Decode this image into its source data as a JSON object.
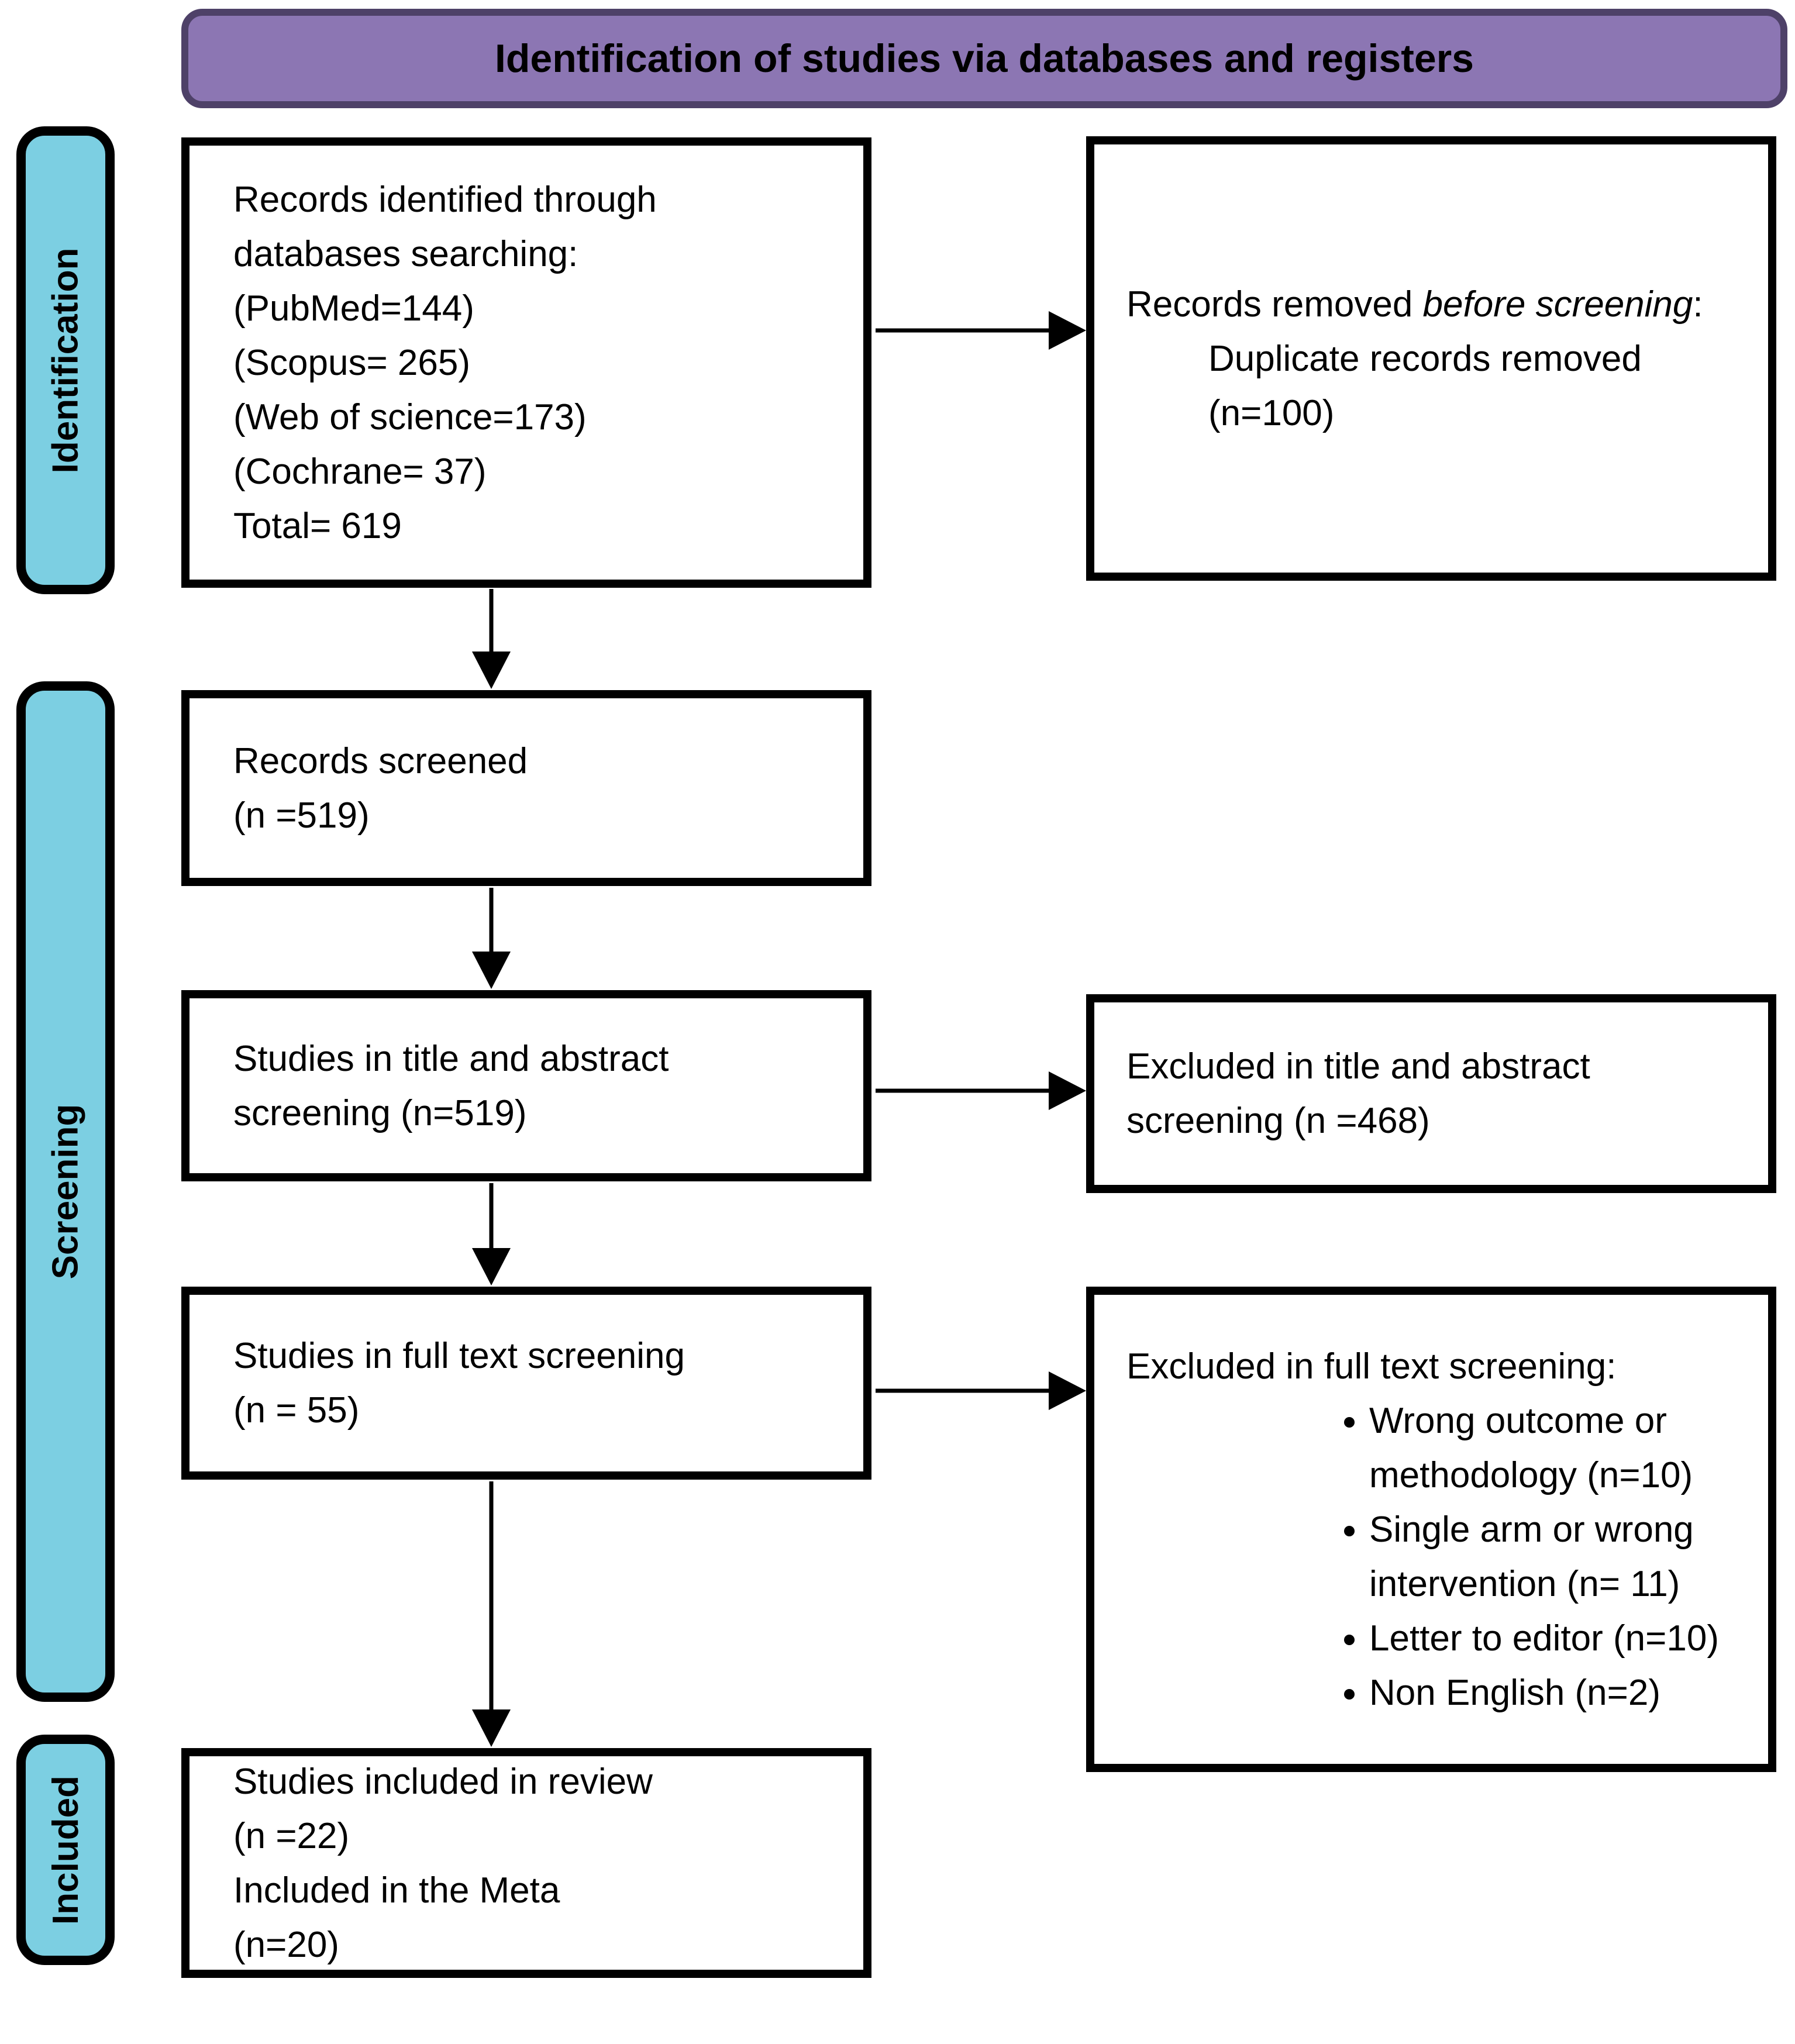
{
  "header": {
    "title": "Identification of studies via databases and registers"
  },
  "sidebar": {
    "identification": "Identification",
    "screening": "Screening",
    "included": "Included"
  },
  "boxes": {
    "identified": {
      "lines": [
        "Records identified through",
        "databases searching:",
        "(PubMed=144)",
        "(Scopus= 265)",
        "(Web of science=173)",
        "(Cochrane= 37)",
        "Total= 619"
      ]
    },
    "removed": {
      "prefix": "Records removed ",
      "italic": "before screening",
      "suffix": ":",
      "detail_lines": [
        "Duplicate records removed",
        "(n=100)"
      ]
    },
    "screened": {
      "lines": [
        "Records screened",
        "(n =519)"
      ]
    },
    "title_abstract": {
      "lines": [
        "Studies in title and abstract",
        "screening (n=519)"
      ]
    },
    "excluded_title_abstract": {
      "lines": [
        "Excluded in title and abstract",
        "screening (n =468)"
      ]
    },
    "full_text": {
      "lines": [
        "Studies in full text screening",
        "(n = 55)"
      ]
    },
    "excluded_full_text": {
      "title": "Excluded in full text screening:",
      "bullets": [
        "Wrong outcome or methodology (n=10)",
        "Single arm or wrong intervention (n= 11)",
        "Letter to editor (n=10)",
        "Non English (n=2)"
      ]
    },
    "included_review": {
      "lines": [
        "Studies included in review",
        "(n =22)",
        "Included in the Meta",
        "(n=20)"
      ]
    }
  },
  "colors": {
    "header_fill": "#8C76B3",
    "header_border": "#4E4168",
    "sidebar_fill": "#7CCFE2",
    "box_border": "#000000",
    "arrow": "#000000"
  }
}
